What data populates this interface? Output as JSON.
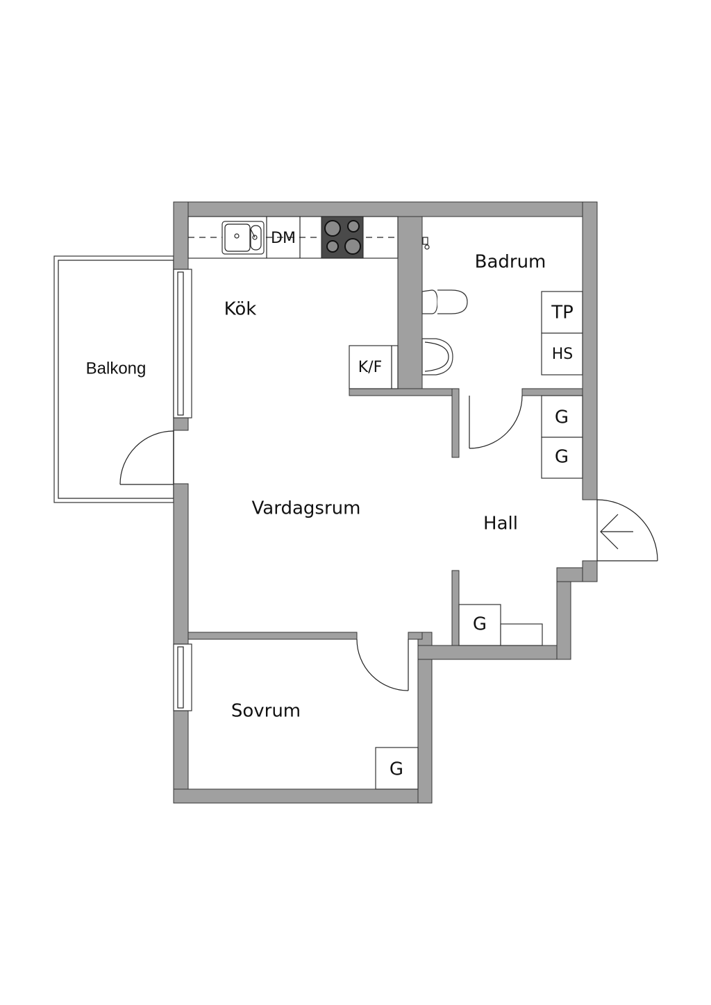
{
  "rooms": {
    "kitchen": "Kök",
    "bathroom": "Badrum",
    "balcony": "Balkong",
    "living_room": "Vardagsrum",
    "hall": "Hall",
    "bedroom": "Sovrum"
  },
  "fixtures": {
    "dishwasher": "DM",
    "fridge_freezer": "K/F",
    "dryer": "TP",
    "cabinet": "HS",
    "wardrobe": "G"
  },
  "colors": {
    "wall": "#a0a0a0",
    "stove": "#4a4a4a"
  }
}
